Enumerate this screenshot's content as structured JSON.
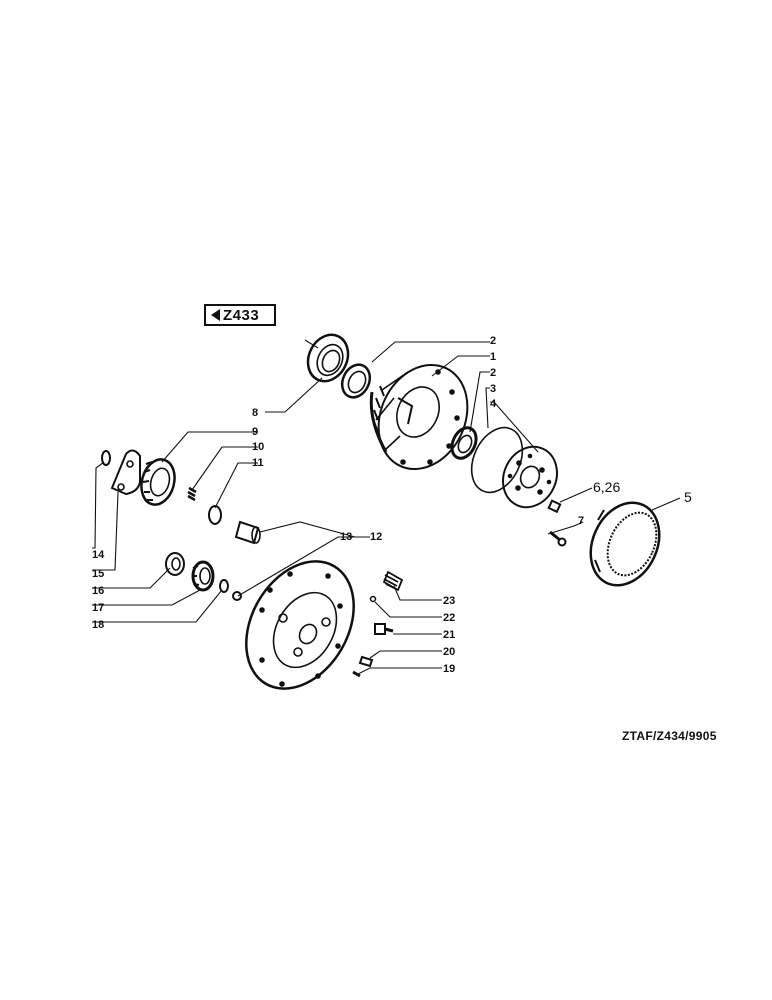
{
  "reference": {
    "label": "Z433"
  },
  "drawing_code": "ZTAF/Z434/9905",
  "callouts": {
    "c1": "1",
    "c2a": "2",
    "c2b": "2",
    "c3": "3",
    "c4": "4",
    "c5": "5",
    "c6_26": "6,26",
    "c7": "7",
    "c8": "8",
    "c9": "9",
    "c10": "10",
    "c11": "11",
    "c12": "12",
    "c13": "13",
    "c14": "14",
    "c15": "15",
    "c16": "16",
    "c17": "17",
    "c18": "18",
    "c19": "19",
    "c20": "20",
    "c21": "21",
    "c22": "22",
    "c23": "23"
  }
}
